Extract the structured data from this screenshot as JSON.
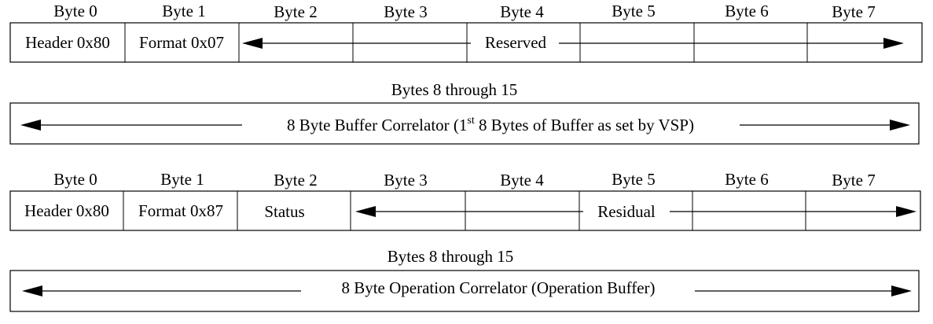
{
  "table1": {
    "byte_headers": [
      "Byte 0",
      "Byte 1",
      "Byte 2",
      "Byte 3",
      "Byte 4",
      "Byte 5",
      "Byte 6",
      "Byte 7"
    ],
    "cells": {
      "byte0": "Header 0x80",
      "byte1": "Format 0x07",
      "span_label": "Reserved"
    }
  },
  "row2": {
    "caption": "Bytes 8 through 15",
    "label_before_sup": "8 Byte Buffer Correlator (1",
    "label_sup": "st",
    "label_after_sup": " 8 Bytes of Buffer as set by VSP)"
  },
  "table2": {
    "byte_headers": [
      "Byte 0",
      "Byte 1",
      "Byte 2",
      "Byte 3",
      "Byte 4",
      "Byte 5",
      "Byte 6",
      "Byte 7"
    ],
    "cells": {
      "byte0": "Header 0x80",
      "byte1": "Format 0x87",
      "byte2": "Status",
      "span_label": "Residual"
    }
  },
  "row4": {
    "caption": "Bytes 8 through 15",
    "label": "8 Byte Operation Correlator (Operation Buffer)"
  }
}
